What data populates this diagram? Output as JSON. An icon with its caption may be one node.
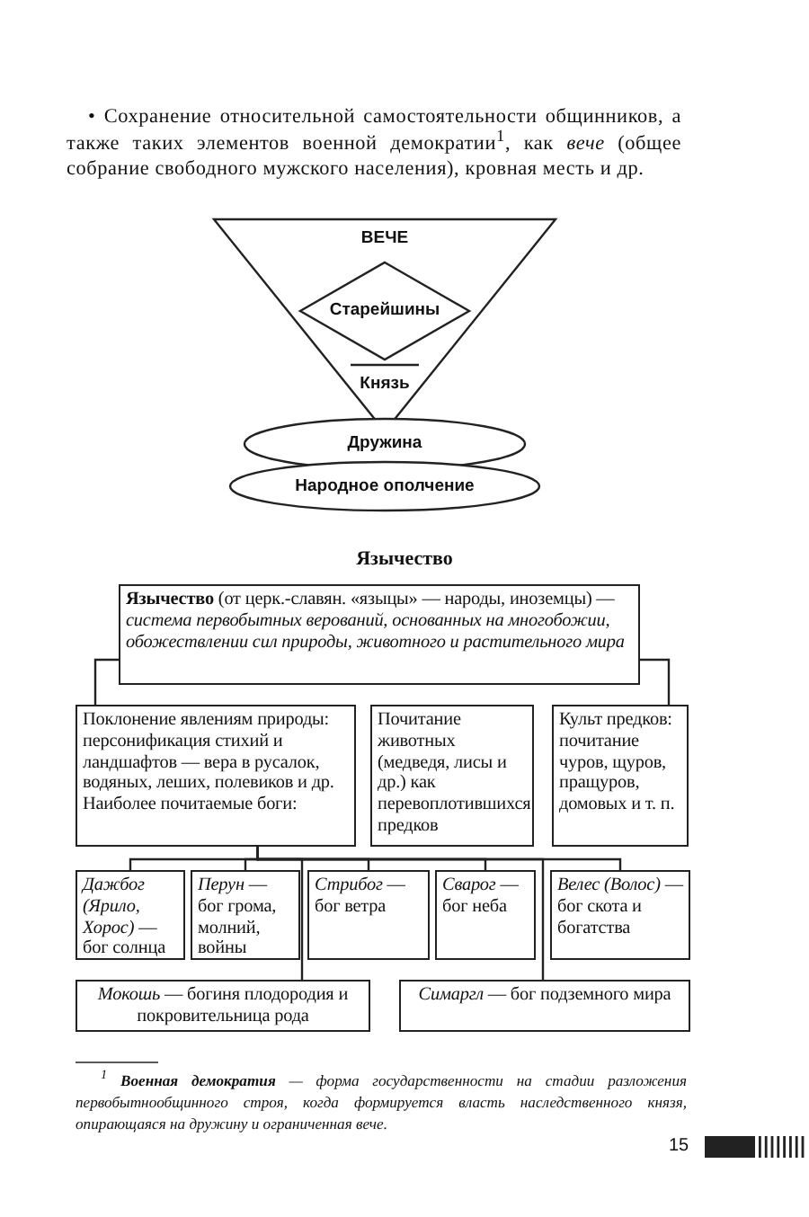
{
  "diagram": {
    "title": "Язычество",
    "nodes": [
      {
        "text": [
          "ВЕЧЕ"
        ]
      },
      {
        "text": [
          "Старейшины"
        ],
        "in": 0
      },
      {
        "text": [
          "Дружина"
        ]
      },
      {
        "text": [
          "Народное ополчение"
        ]
      },
      {
        "text": [
          "**Язычество** (от церк.-славян. «языцы» — народы, иноземцы) — *система первобытных верований, основанных на многобожии, обожествлении сил природы, животного и растительного мира*"
        ]
      },
      {
        "text": [
          "Поклонение явлениям природы: персонификация стихий и ландшафтов — вера в русалок, водяных, леших, полевиков и др. Наиболее почитаемые боги:"
        ]
      },
      {
        "text": [
          "Почитание животных (медведя, лисы и др.) как перевоплотившихся предков"
        ]
      },
      {
        "text": [
          "Культ предков: почитание чуров, щуров, пращуров, домовых и т. п."
        ]
      },
      {
        "text": [
          "*Дажбог (Ярило, Хорос)* — бог солнца"
        ]
      },
      {
        "text": [
          "*Перун* — бог грома, молний, войны"
        ]
      },
      {
        "text": [
          "*Стрибог* — бог ветра"
        ]
      },
      {
        "text": [
          "*Сварог* — бог неба"
        ]
      },
      {
        "text": [
          "*Велес (Волос)* — бог скота и богатства"
        ]
      },
      {
        "text": [
          "*Мокошь* — богиня плодородия и покровительница рода"
        ]
      },
      {
        "text": [
          "*Симаргл* — бог подземного мира"
        ]
      }
    ],
    "edges": [
      {
        "from": 4,
        "to": 5,
        "arrow": "none"
      },
      {
        "from": 4,
        "to": 7,
        "arrow": "none"
      },
      {
        "from": 5,
        "to": 8,
        "arrow": "none"
      },
      {
        "from": 5,
        "to": 9,
        "arrow": "none"
      },
      {
        "from": 5,
        "to": 10,
        "arrow": "none"
      },
      {
        "from": 5,
        "to": 11,
        "arrow": "none"
      },
      {
        "from": 5,
        "to": 12,
        "arrow": "none"
      },
      {
        "from": 5,
        "to": 13,
        "arrow": "none"
      },
      {
        "from": 5,
        "to": 14,
        "arrow": "none"
      }
    ],
    "labels": [
      "• Сохранение относительной самостоятельности общинников, а также таких элементов военной демократии$^{1}$, как *вече* (общее собрание свободного мужского населения), кровная месть и др.",
      "Князь",
      "$^{1}$ **Военная демократия** — форма государственности на стадии разложения первобытнообщинного строя, когда формируется власть наследственного князя, опирающаяся на дружину и ограниченная вече.",
      "15"
    ]
  }
}
